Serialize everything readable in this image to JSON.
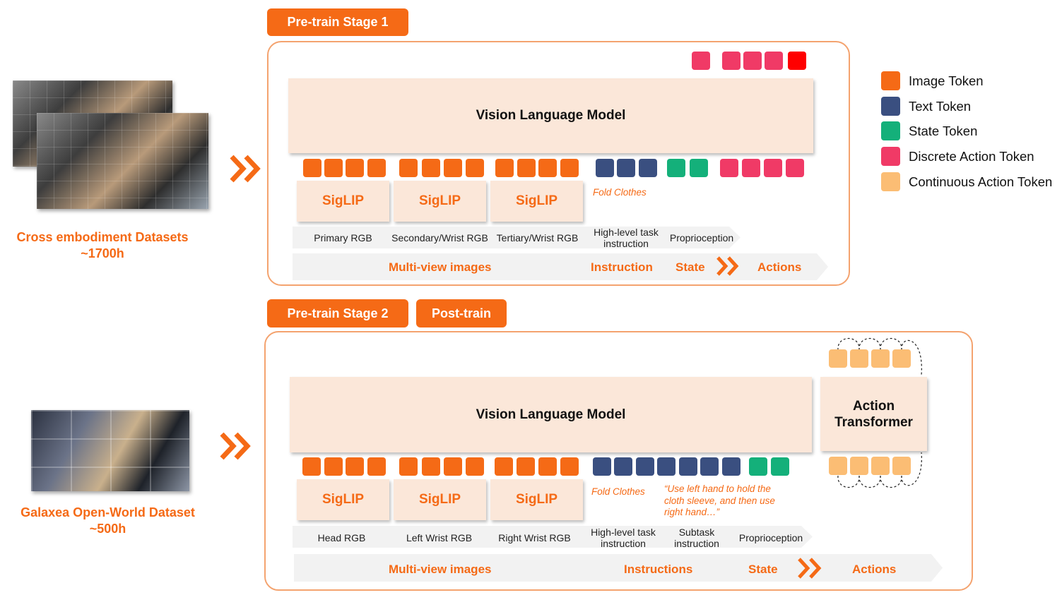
{
  "colors": {
    "accent": "#f56a16",
    "image_token": "#f56a16",
    "text_token": "#3a4f80",
    "state_token": "#14b07a",
    "discrete_action_token": "#f03a66",
    "continuous_action_token": "#fbbd74"
  },
  "stage1": {
    "tag": "Pre-train Stage 1",
    "vlm_label": "Vision Language Model",
    "encoders": [
      "SigLIP",
      "SigLIP",
      "SigLIP"
    ],
    "instruction_example": "Fold Clothes",
    "inputs": {
      "primary": "Primary RGB",
      "secondary": "Secondary/Wrist RGB",
      "tertiary": "Tertiary/Wrist RGB",
      "instruction": "High-level task instruction",
      "proprio": "Proprioception"
    },
    "groups": {
      "multiview": "Multi-view images",
      "instruction": "Instruction",
      "state": "State",
      "actions": "Actions"
    }
  },
  "stage2": {
    "tags": [
      "Pre-train Stage 2",
      "Post-train"
    ],
    "vlm_label": "Vision Language Model",
    "action_transformer": "Action Transformer",
    "encoders": [
      "SigLIP",
      "SigLIP",
      "SigLIP"
    ],
    "instruction_example": "Fold Clothes",
    "subtask_example": "“Use left hand to hold the cloth sleeve, and then use right hand…”",
    "inputs": {
      "head": "Head RGB",
      "left": "Left Wrist RGB",
      "right": "Right Wrist RGB",
      "instruction": "High-level task instruction",
      "subtask": "Subtask instruction",
      "proprio": "Proprioception"
    },
    "groups": {
      "multiview": "Multi-view images",
      "instructions": "Instructions",
      "state": "State",
      "actions": "Actions"
    }
  },
  "datasets": {
    "d1_line1": "Cross embodiment Datasets",
    "d1_line2": "~1700h",
    "d2_line1": "Galaxea Open-World Dataset",
    "d2_line2": "~500h"
  },
  "legend": [
    {
      "label": "Image Token",
      "color": "#f56a16"
    },
    {
      "label": "Text Token",
      "color": "#3a4f80"
    },
    {
      "label": "State Token",
      "color": "#14b07a"
    },
    {
      "label": "Discrete Action Token",
      "color": "#f03a66"
    },
    {
      "label": "Continuous Action Token",
      "color": "#fbbd74"
    }
  ]
}
